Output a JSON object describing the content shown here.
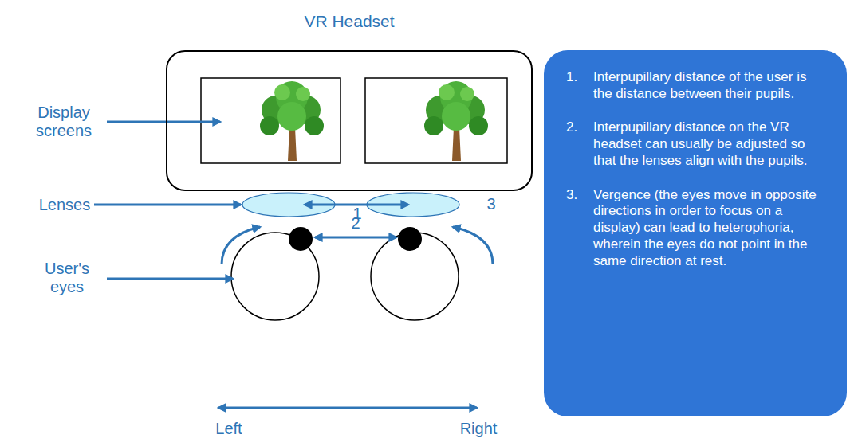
{
  "diagram": {
    "nodes": [
      {
        "text": [
          "VR Headset"
        ]
      },
      {
        "text": [
          "1.",
          "Interpupillary distance of the user is the distance between their pupils.",
          "2.",
          "Interpupillary distance on the VR headset can usually be adjusted so that the lenses align with the pupils.",
          "3.",
          "Vergence (the eyes move in opposite directions in order to focus on a display) can lead to heterophoria, wherein the eyes do not point in the same direction at rest."
        ]
      }
    ],
    "labels": [
      "Display screens",
      "Lenses",
      "User's eyes",
      "1",
      "2",
      "3",
      "Left",
      "Right"
    ]
  }
}
